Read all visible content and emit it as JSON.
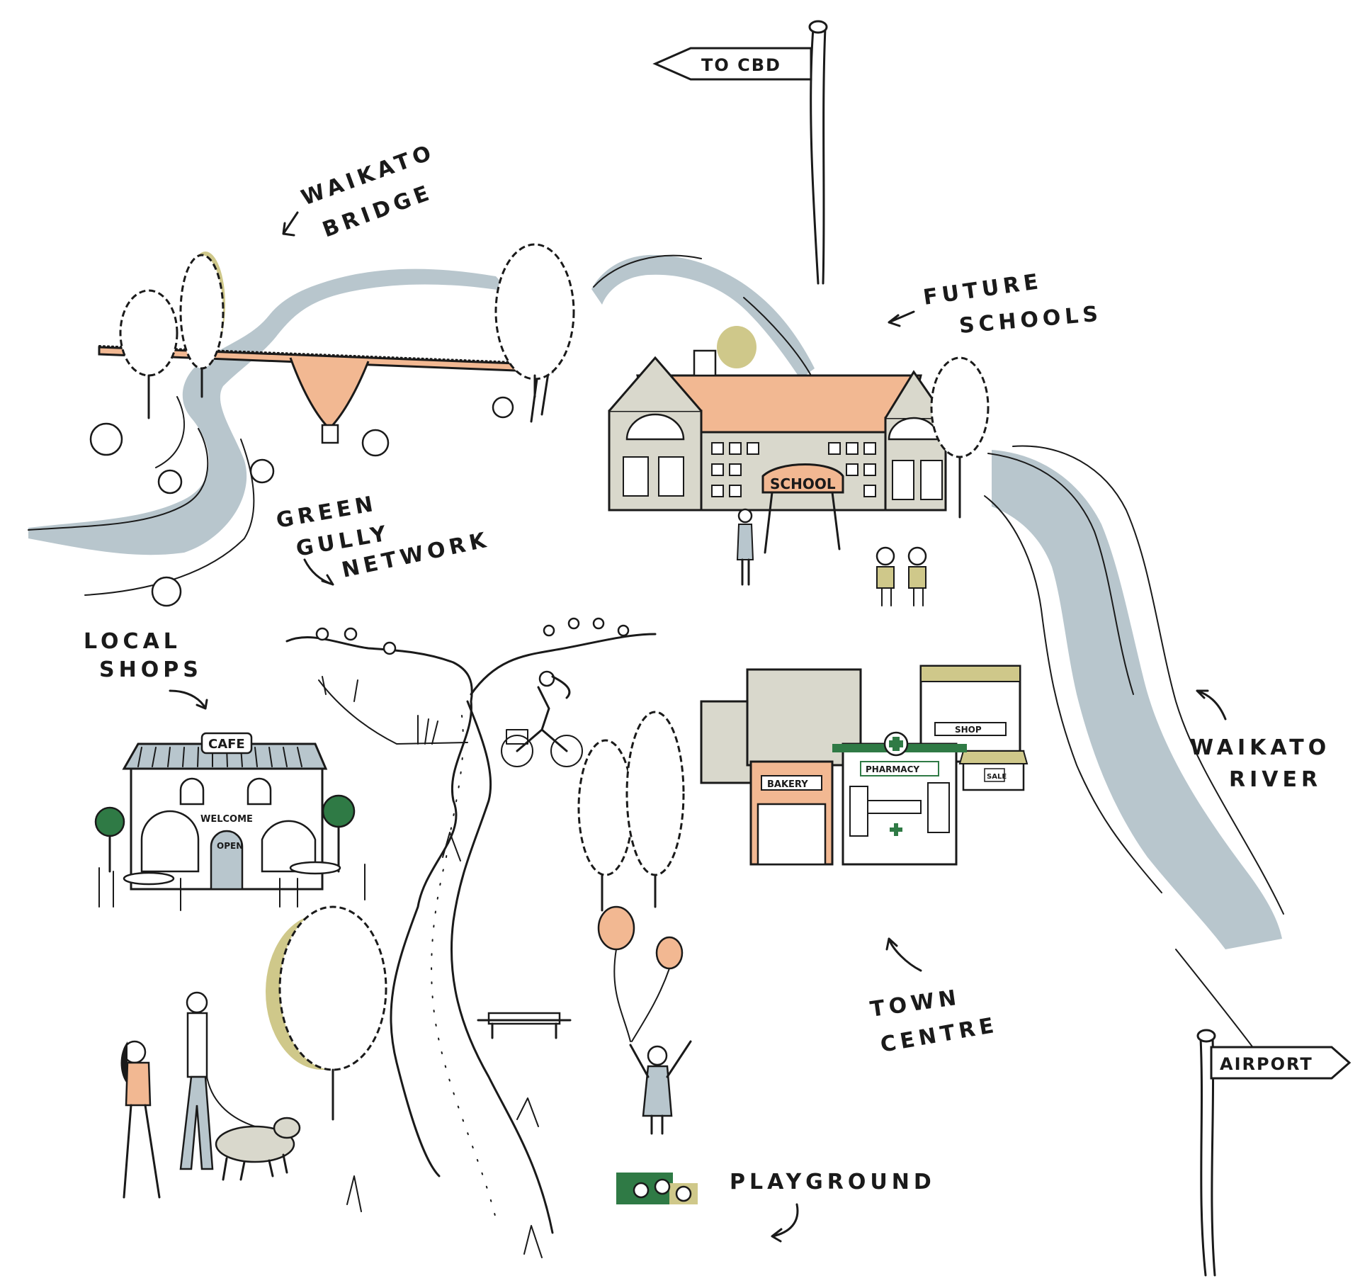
{
  "labels": {
    "cbd": "TO CBD",
    "bridge_line1": "WAIKATO",
    "bridge_line2": "BRIDGE",
    "schools_line1": "FUTURE",
    "schools_line2": "SCHOOLS",
    "gully_line1": "GREEN",
    "gully_line2": "GULLY",
    "gully_line3": "NETWORK",
    "shops_line1": "LOCAL",
    "shops_line2": "SHOPS",
    "river_line1": "WAIKATO",
    "river_line2": "RIVER",
    "town_line1": "TOWN",
    "town_line2": "CENTRE",
    "playground": "PLAYGROUND",
    "airport": "AIRPORT"
  },
  "building_signs": {
    "school": "SCHOOL",
    "cafe": "CAFE",
    "welcome": "WELCOME",
    "open": "OPEN",
    "bakery": "BAKERY",
    "pharmacy": "PHARMACY",
    "shop": "SHOP",
    "sale": "SALE"
  },
  "colors": {
    "river": "#b8c6cd",
    "peach": "#f2b892",
    "olive": "#cfc88a",
    "green": "#2f7a45",
    "grey": "#d9d8cc",
    "ink": "#1a1a1a"
  },
  "icons": [
    "signpost-icon",
    "tree-icon",
    "bush-icon",
    "balloon-icon",
    "bench-icon",
    "bicycle-icon",
    "dog-icon",
    "pharmacy-cross-icon"
  ]
}
